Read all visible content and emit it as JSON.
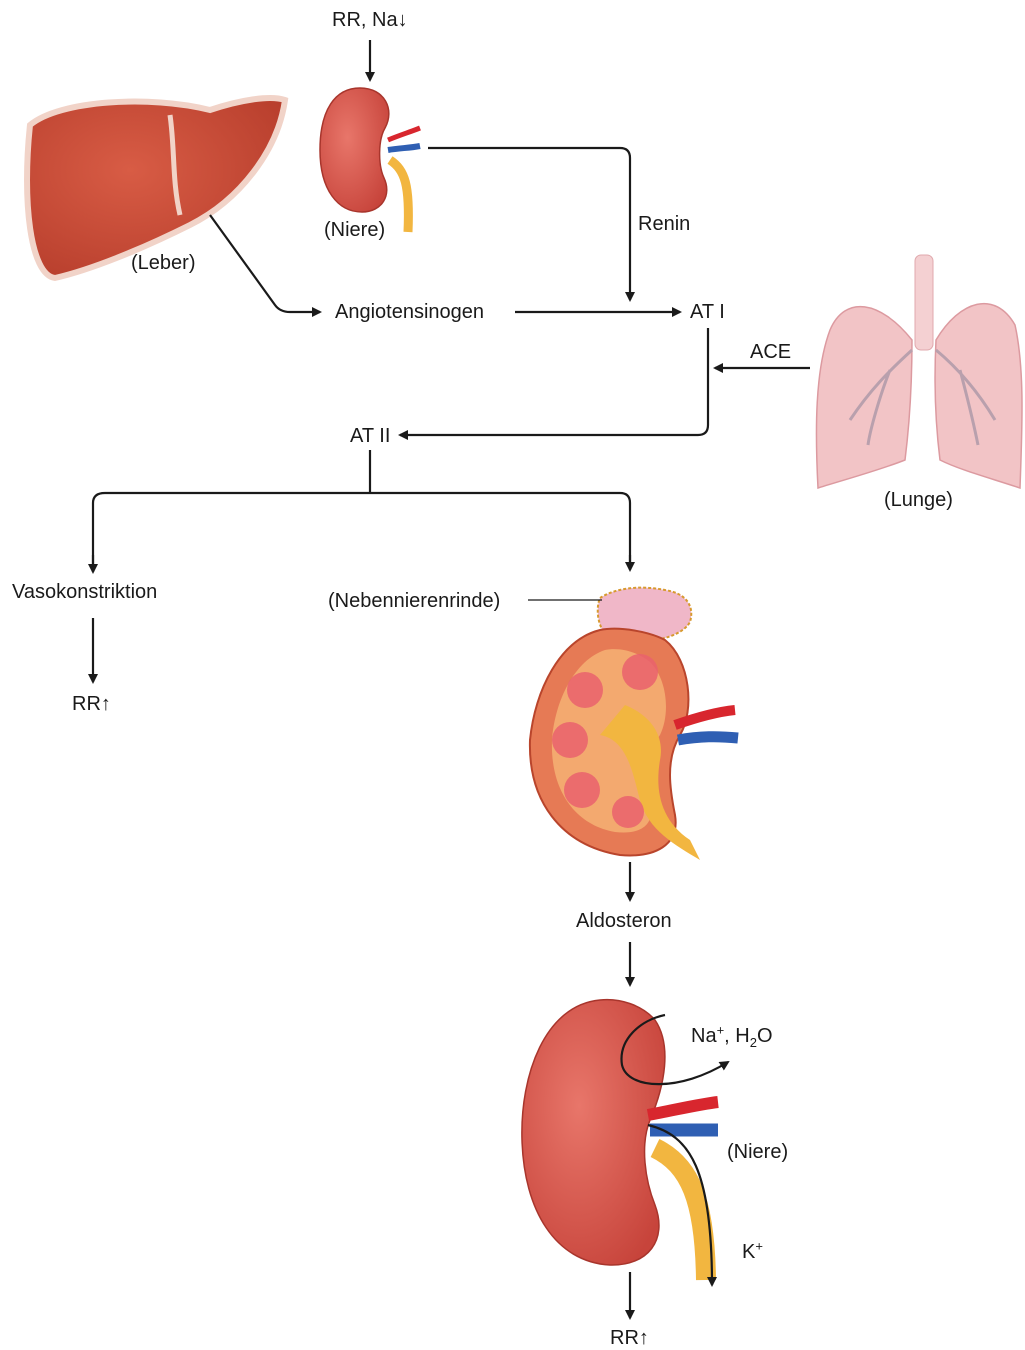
{
  "diagram": {
    "top_input": {
      "text": "RR, Na",
      "arrow": "↓"
    },
    "labels": {
      "niere_top": "(Niere)",
      "leber": "(Leber)",
      "renin": "Renin",
      "angiotensinogen": "Angiotensinogen",
      "at1": "AT I",
      "ace": "ACE",
      "lunge": "(Lunge)",
      "at2": "AT II",
      "vasokonstriktion": "Vasokonstriktion",
      "nebennierenrinde": "(Nebennierenrinde)",
      "aldosteron": "Aldosteron",
      "niere_bottom": "(Niere)"
    },
    "rr_up_left": {
      "text": "RR",
      "arrow": "↑"
    },
    "rr_up_bottom": {
      "text": "RR",
      "arrow": "↑"
    },
    "na_h2o": {
      "na": "Na",
      "plus": "+",
      "sep": ", H",
      "two": "2",
      "o": "O"
    },
    "k_plus": {
      "k": "K",
      "plus": "+"
    },
    "colors": {
      "kidney": "#d9554a",
      "kidney_dark": "#b83a32",
      "liver": "#c84a36",
      "lung": "#f2c4c6",
      "ureter": "#f2b640",
      "artery": "#d8262e",
      "vein": "#2f5fb3",
      "adrenal": "#f0b7c8",
      "arrow": "#1a1a1a"
    }
  }
}
